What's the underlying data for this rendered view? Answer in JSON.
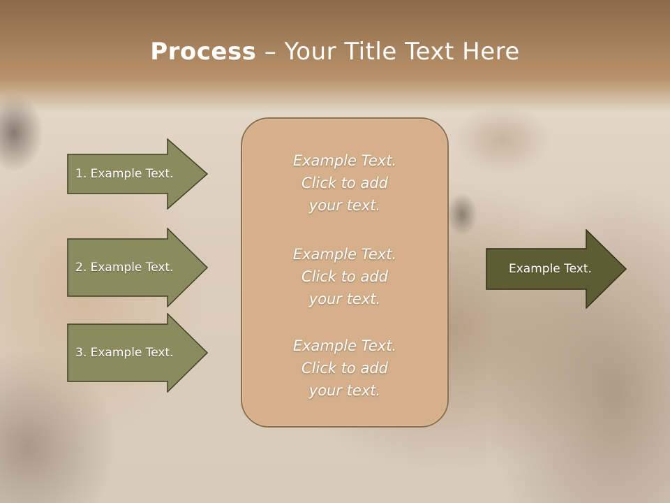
{
  "slide": {
    "title_bold": "Process",
    "title_rest": " – Your Title Text Here"
  },
  "left_arrows": [
    {
      "label": "1. Example Text."
    },
    {
      "label": "2. Example Text."
    },
    {
      "label": "3. Example Text."
    }
  ],
  "center_box": {
    "items": [
      {
        "line1": "Example Text.",
        "line2": "Click  to add",
        "line3": "your text."
      },
      {
        "line1": "Example Text.",
        "line2": "Click  to add",
        "line3": "your text."
      },
      {
        "line1": "Example Text.",
        "line2": "Click  to add",
        "line3": "your text."
      }
    ]
  },
  "right_arrow": {
    "label": "Example Text."
  },
  "colors": {
    "left_arrow_fill": "#8b8b5f",
    "right_arrow_fill": "#5e5c33",
    "center_box_fill": "#d5b08a",
    "header": "#a4805c"
  }
}
